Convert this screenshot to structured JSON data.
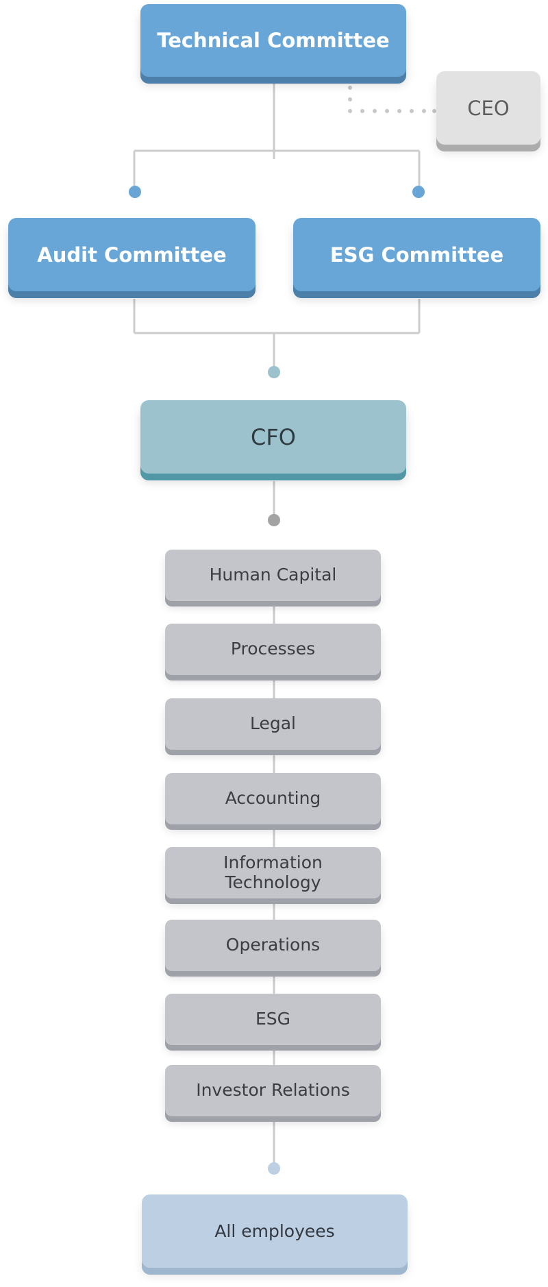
{
  "org_chart": {
    "technical_committee": "Technical Committee",
    "ceo": "CEO",
    "audit_committee": "Audit Committee",
    "esg_committee": "ESG Committee",
    "cfo": "CFO",
    "departments": [
      "Human Capital",
      "Processes",
      "Legal",
      "Accounting",
      "Information Technology",
      "Operations",
      "ESG",
      "Investor Relations"
    ],
    "all_employees": "All employees"
  },
  "colors": {
    "committee": "#67a6d6",
    "ceo": "#e2e2e2",
    "cfo": "#9cc3cd",
    "department": "#c3c5ca",
    "employees": "#bccfe3",
    "connector": "#cccccc"
  }
}
